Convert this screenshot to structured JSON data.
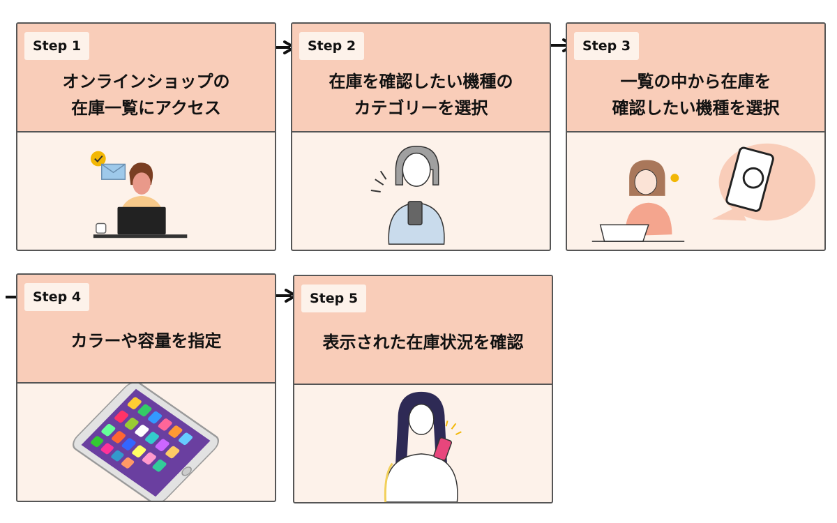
{
  "steps": [
    {
      "label": "Step 1",
      "title_lines": [
        "オンラインショップの",
        "在庫一覧にアクセス"
      ]
    },
    {
      "label": "Step 2",
      "title_lines": [
        "在庫を確認したい機種の",
        "カテゴリーを選択"
      ]
    },
    {
      "label": "Step 3",
      "title_lines": [
        "一覧の中から在庫を",
        "確認したい機種を選択"
      ]
    },
    {
      "label": "Step 4",
      "title_lines": [
        "カラーや容量を指定"
      ]
    },
    {
      "label": "Step 5",
      "title_lines": [
        "表示された在庫状況を確認"
      ]
    }
  ],
  "colors": {
    "header": "#f9cdb9",
    "body": "#fdf2ea",
    "border": "#555555",
    "arrow": "#111111"
  },
  "icons": [
    "person-laptop-icon",
    "person-phone-icon",
    "woman-laptop-chat-icon",
    "smartphone-icon",
    "woman-smartphone-icon"
  ]
}
